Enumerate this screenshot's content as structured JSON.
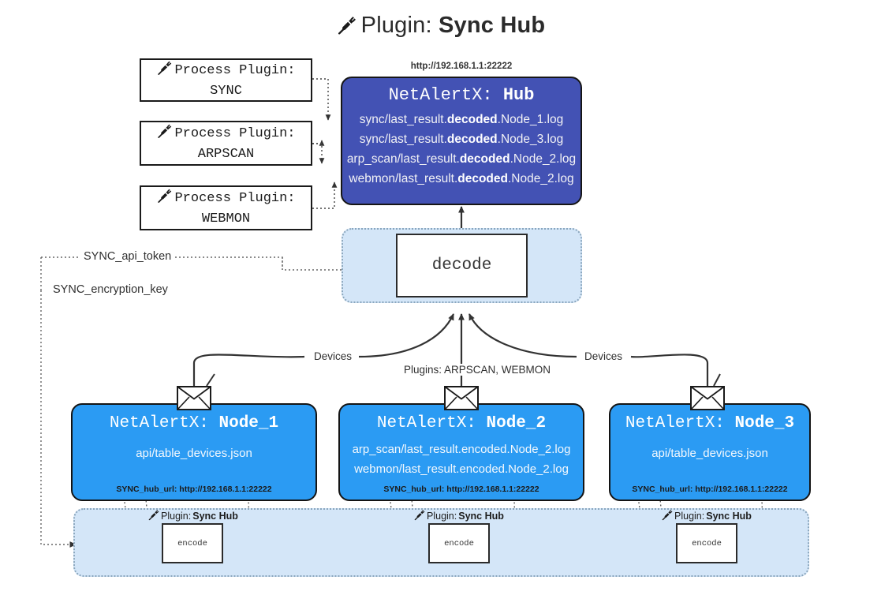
{
  "title": {
    "prefix": "Plugin: ",
    "name": "Sync Hub",
    "icon": "plug-icon"
  },
  "process_plugins": [
    {
      "label": "Process Plugin:",
      "name": "SYNC",
      "icon": "plug-icon"
    },
    {
      "label": "Process Plugin:",
      "name": "ARPSCAN",
      "icon": "plug-icon"
    },
    {
      "label": "Process Plugin:",
      "name": "WEBMON",
      "icon": "plug-icon"
    }
  ],
  "hub": {
    "url": "http://192.168.1.1:22222",
    "title_prefix": "NetAlertX: ",
    "title_name": "Hub",
    "logs": [
      {
        "pre": "sync/last_result.",
        "em": "decoded",
        "post": ".Node_1.log"
      },
      {
        "pre": "sync/last_result.",
        "em": "decoded",
        "post": ".Node_3.log"
      },
      {
        "pre": "arp_scan/last_result.",
        "em": "decoded",
        "post": ".Node_2.log"
      },
      {
        "pre": "webmon/last_result.",
        "em": "decoded",
        "post": ".Node_2.log"
      }
    ]
  },
  "decode": {
    "label": "decode"
  },
  "tokens": {
    "api_token": "SYNC_api_token",
    "encryption_key": "SYNC_encryption_key"
  },
  "edge_labels": {
    "devices_left": "Devices",
    "devices_right": "Devices",
    "plugins_middle": "Plugins: ARPSCAN, WEBMON"
  },
  "nodes": [
    {
      "title_prefix": "NetAlertX: ",
      "title_name": "Node_1",
      "lines": [
        "api/table_devices.json"
      ],
      "hub_url_key": "SYNC_hub_url: ",
      "hub_url_value": "http://192.168.1.1:22222",
      "icon": "envelope-icon"
    },
    {
      "title_prefix": "NetAlertX: ",
      "title_name": "Node_2",
      "lines": [
        "arp_scan/last_result.encoded.Node_2.log",
        "webmon/last_result.encoded.Node_2.log"
      ],
      "hub_url_key": "SYNC_hub_url: ",
      "hub_url_value": "http://192.168.1.1:22222",
      "icon": "envelope-icon"
    },
    {
      "title_prefix": "NetAlertX: ",
      "title_name": "Node_3",
      "lines": [
        "api/table_devices.json"
      ],
      "hub_url_key": "SYNC_hub_url: ",
      "hub_url_value": "http://192.168.1.1:22222",
      "icon": "envelope-icon"
    }
  ],
  "encoders": [
    {
      "plugin_prefix": "Plugin: ",
      "plugin_name": "Sync Hub",
      "box_label": "encode",
      "icon": "plug-icon"
    },
    {
      "plugin_prefix": "Plugin: ",
      "plugin_name": "Sync Hub",
      "box_label": "encode",
      "icon": "plug-icon"
    },
    {
      "plugin_prefix": "Plugin: ",
      "plugin_name": "Sync Hub",
      "box_label": "encode",
      "icon": "plug-icon"
    }
  ],
  "colors": {
    "hub_fill": "#4352b4",
    "node_fill": "#2b9bf3",
    "container_fill": "#d4e6f8",
    "stroke": "#2b2b2b",
    "page_bg": "#ffffff"
  }
}
